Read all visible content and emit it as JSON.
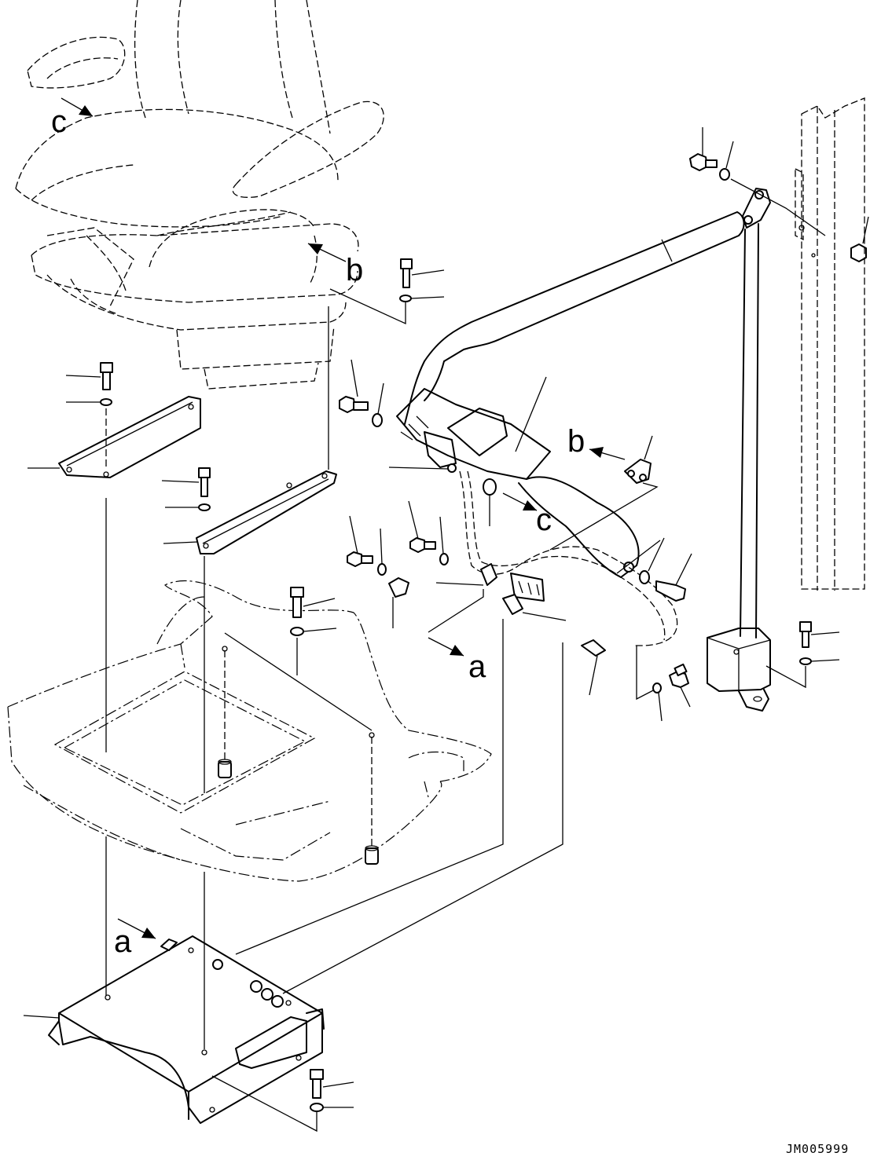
{
  "diagram": {
    "callouts": {
      "a": "a",
      "b": "b",
      "c": "c"
    },
    "drawing_code": "JM005999"
  }
}
